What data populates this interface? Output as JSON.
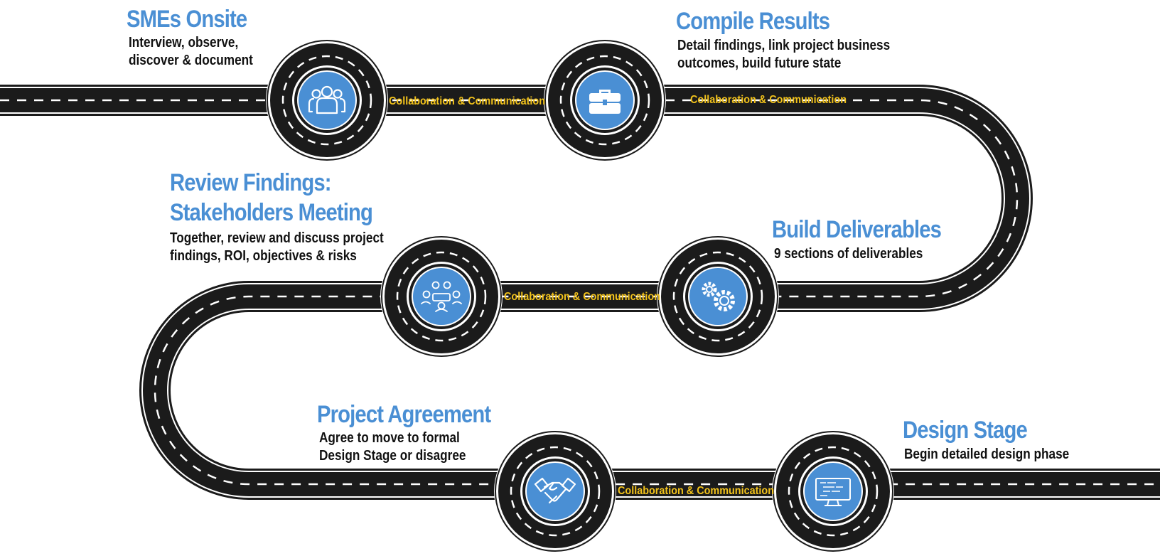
{
  "colors": {
    "road": "#1b1b1b",
    "road_edge": "#ffffff",
    "dash": "#ffffff",
    "badge": "#4a8fd4",
    "title": "#4a8fd4",
    "collab": "#f2c21b"
  },
  "collab_label": "Collaboration & Communication",
  "stages": [
    {
      "id": "smes",
      "title": "SMEs Onsite",
      "desc": [
        "Interview, observe,",
        "discover & document"
      ],
      "icon": "people-group-icon"
    },
    {
      "id": "compile",
      "title": "Compile Results",
      "desc": [
        "Detail findings, link project business",
        "outcomes, build future state"
      ],
      "icon": "briefcase-icon"
    },
    {
      "id": "build",
      "title": "Build Deliverables",
      "desc": [
        "9 sections of deliverables"
      ],
      "icon": "gears-icon"
    },
    {
      "id": "review",
      "title": [
        "Review Findings:",
        "Stakeholders Meeting"
      ],
      "desc": [
        "Together, review and discuss project",
        "findings, ROI, objectives & risks"
      ],
      "icon": "meeting-table-icon"
    },
    {
      "id": "agreement",
      "title": "Project Agreement",
      "desc": [
        "Agree to move to formal",
        "Design Stage or disagree"
      ],
      "icon": "handshake-icon"
    },
    {
      "id": "design",
      "title": "Design Stage",
      "desc": [
        "Begin detailed design phase"
      ],
      "icon": "monitor-code-icon"
    }
  ]
}
